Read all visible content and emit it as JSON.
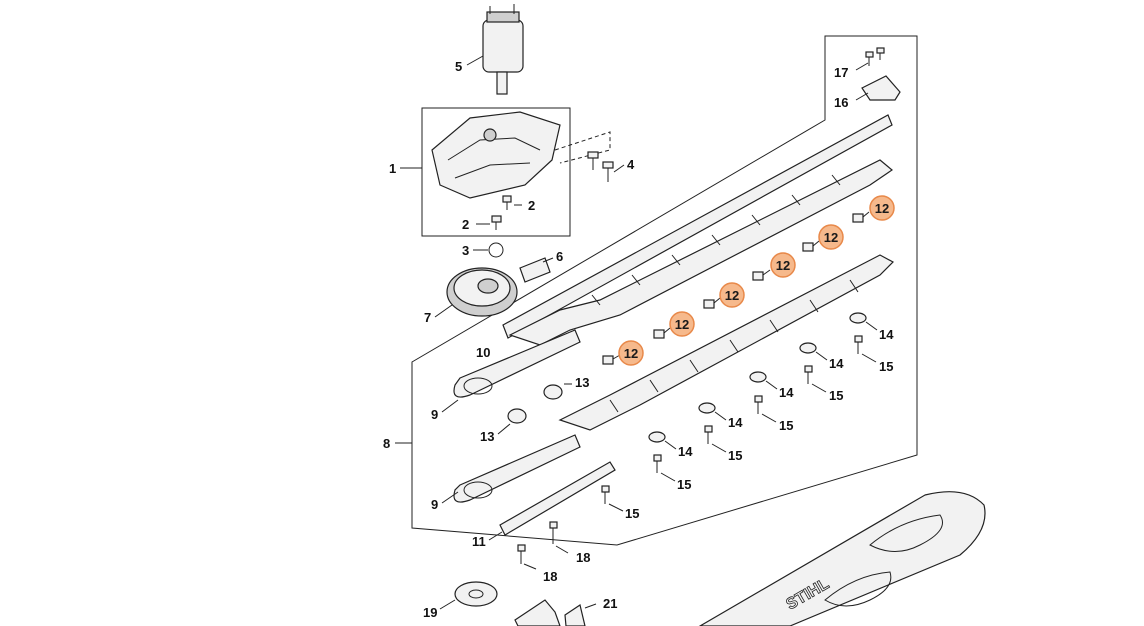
{
  "callouts": {
    "c1": "1",
    "c2a": "2",
    "c2b": "2",
    "c3": "3",
    "c4": "4",
    "c5": "5",
    "c6": "6",
    "c7": "7",
    "c8": "8",
    "c9a": "9",
    "c9b": "9",
    "c10": "10",
    "c11": "11",
    "c12a": "12",
    "c12b": "12",
    "c12c": "12",
    "c12d": "12",
    "c12e": "12",
    "c12f": "12",
    "c13a": "13",
    "c13b": "13",
    "c14a": "14",
    "c14b": "14",
    "c14c": "14",
    "c14d": "14",
    "c14e": "14",
    "c15a": "15",
    "c15b": "15",
    "c15c": "15",
    "c15d": "15",
    "c15e": "15",
    "c15f": "15",
    "c16": "16",
    "c17": "17",
    "c18a": "18",
    "c18b": "18",
    "c19": "19",
    "c21": "21"
  },
  "brand_mark": "STIHL",
  "colors": {
    "highlight_fill": "#f6b98c",
    "highlight_stroke": "#e8894a",
    "line": "#222222",
    "part_fill": "#f2f2f2"
  }
}
